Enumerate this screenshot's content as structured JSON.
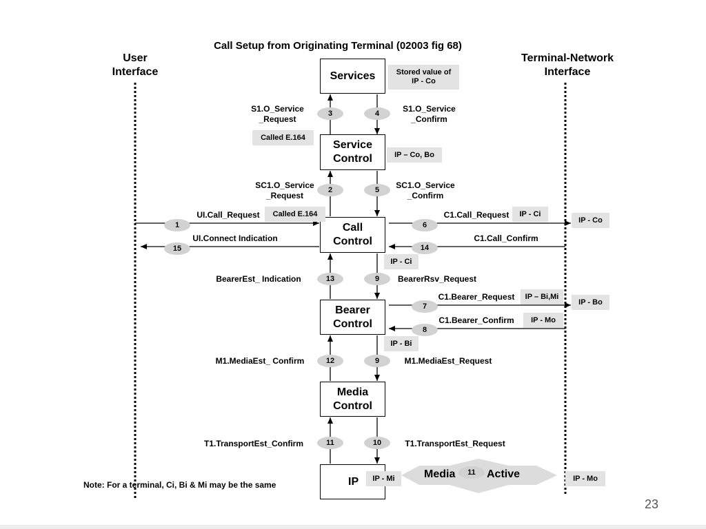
{
  "title": "Call Setup from Originating Terminal (02003 fig 68)",
  "user_interface_label": "User\nInterface",
  "network_interface_label": "Terminal-Network\nInterface",
  "boxes": {
    "services": "Services",
    "service_control": "Service\nControl",
    "call_control": "Call\nControl",
    "bearer_control": "Bearer\nControl",
    "media_control": "Media\nControl",
    "ip": "IP"
  },
  "notes": {
    "stored_value": "Stored value of\nIP - Co",
    "called_e164_service": "Called E.164",
    "ip_co_bo": "IP – Co, Bo",
    "called_e164_call": "Called E.164",
    "ip_ci_call_out": "IP - Ci",
    "ip_co_right": "IP - Co",
    "ip_ci_below_call": "IP - Ci",
    "ip_bi_mi": "IP – Bi,Mi",
    "ip_bo_right": "IP - Bo",
    "ip_mo_bearer": "IP - Mo",
    "ip_bi_below_bearer": "IP - Bi",
    "ip_mi": "IP - Mi",
    "ip_mo_right": "IP - Mo"
  },
  "messages": {
    "s1_request": "S1.O_Service\n_Request",
    "s1_confirm": "S1.O_Service\n_Confirm",
    "sc1_request": "SC1.O_Service\n_Request",
    "sc1_confirm": "SC1.O_Service\n_Confirm",
    "ui_call_request": "UI.Call_Request",
    "ui_connect_indication": "UI.Connect Indication",
    "c1_call_request": "C1.Call_Request",
    "c1_call_confirm": "C1.Call_Confirm",
    "bearer_est_indication": "BearerEst_ Indication",
    "bearer_rsv_request": "BearerRsv_Request",
    "c1_bearer_request": "C1.Bearer_Request",
    "c1_bearer_confirm": "C1.Bearer_Confirm",
    "m1_media_est_confirm": "M1.MediaEst_ Confirm",
    "m1_media_est_request": "M1.MediaEst_Request",
    "t1_transport_est_confirm": "T1.TransportEst_Confirm",
    "t1_transport_est_request": "T1.TransportEst_Request"
  },
  "badges": {
    "b3": "3",
    "b4": "4",
    "b2": "2",
    "b5": "5",
    "b1": "1",
    "b6": "6",
    "b15": "15",
    "b14": "14",
    "b13": "13",
    "b9a": "9",
    "b7": "7",
    "b8": "8",
    "b12": "12",
    "b9b": "9",
    "b11a": "11",
    "b10": "10",
    "b11b": "11"
  },
  "media_active": {
    "left": "Media",
    "right": "Active"
  },
  "footnote": "Note: For a terminal, Ci, Bi & Mi may be the same",
  "page_number": "23",
  "colors": {
    "note_bg": "#e3e3e3",
    "badge_bg": "#d2d2d2",
    "line": "#000000"
  }
}
